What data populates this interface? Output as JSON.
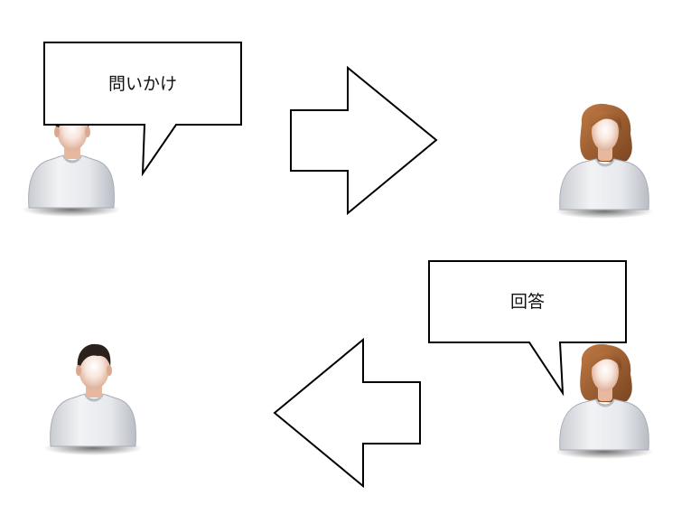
{
  "top_row": {
    "speech_text": "問いかけ",
    "arrow_direction": "right",
    "sender_icon": "man-avatar-icon",
    "receiver_icon": "woman-avatar-icon"
  },
  "bottom_row": {
    "speech_text": "回答",
    "arrow_direction": "left",
    "sender_icon": "woman-avatar-icon",
    "receiver_icon": "man-avatar-icon"
  },
  "colors": {
    "skin": "#f3d2c1",
    "man_hair": "#2b211c",
    "woman_hair": "#9a5a2c",
    "shirt": "#e4e6ea",
    "outline": "#000000"
  }
}
